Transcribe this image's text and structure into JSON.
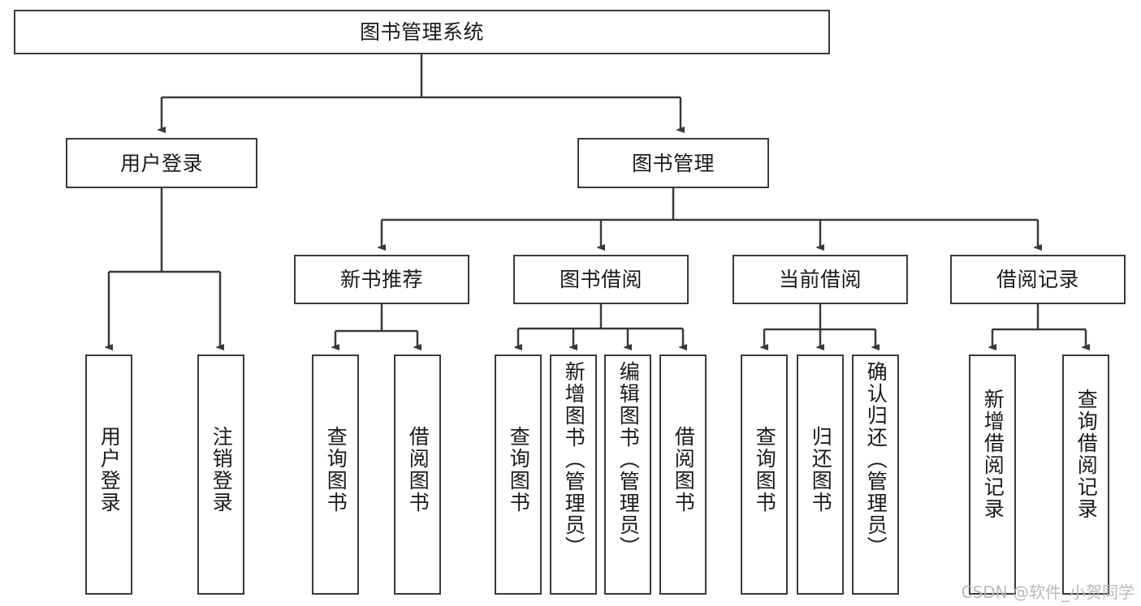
{
  "diagram": {
    "title": "图书管理系统",
    "watermark": "CSDN @软件_小贺同学",
    "root": {
      "label": "图书管理系统"
    },
    "level2": [
      {
        "label": "用户登录"
      },
      {
        "label": "图书管理"
      }
    ],
    "level3": [
      {
        "label": "新书推荐"
      },
      {
        "label": "图书借阅"
      },
      {
        "label": "当前借阅"
      },
      {
        "label": "借阅记录"
      }
    ],
    "leaves": {
      "user_login": [
        {
          "label": "用户登录"
        },
        {
          "label": "注销登录"
        }
      ],
      "new_book_recommend": [
        {
          "label": "查询图书"
        },
        {
          "label": "借阅图书"
        }
      ],
      "book_borrow": [
        {
          "label": "查询图书"
        },
        {
          "label": "新增图书（管理员）"
        },
        {
          "label": "编辑图书（管理员）"
        },
        {
          "label": "借阅图书"
        }
      ],
      "current_borrow": [
        {
          "label": "查询图书"
        },
        {
          "label": "归还图书"
        },
        {
          "label": "确认归还（管理员）"
        }
      ],
      "borrow_records": [
        {
          "label": "新增借阅记录"
        },
        {
          "label": "查询借阅记录"
        }
      ]
    },
    "colors": {
      "stroke": "#3a3a3a",
      "fill": "#ffffff",
      "text": "#1a1a1a",
      "watermark": "#b9b9b9"
    }
  }
}
